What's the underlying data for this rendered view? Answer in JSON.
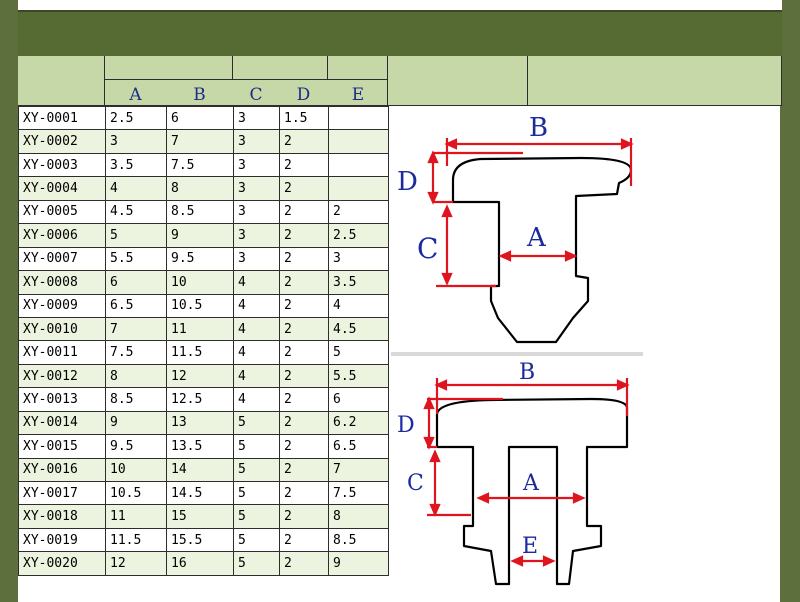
{
  "columns": [
    "A",
    "B",
    "C",
    "D",
    "E"
  ],
  "rows": [
    [
      "XY-0001",
      "2.5",
      "6",
      "3",
      "1.5",
      ""
    ],
    [
      "XY-0002",
      "3",
      "7",
      "3",
      "2",
      ""
    ],
    [
      "XY-0003",
      "3.5",
      "7.5",
      "3",
      "2",
      ""
    ],
    [
      "XY-0004",
      "4",
      "8",
      "3",
      "2",
      ""
    ],
    [
      "XY-0005",
      "4.5",
      "8.5",
      "3",
      "2",
      "2"
    ],
    [
      "XY-0006",
      "5",
      "9",
      "3",
      "2",
      "2.5"
    ],
    [
      "XY-0007",
      "5.5",
      "9.5",
      "3",
      "2",
      "3"
    ],
    [
      "XY-0008",
      "6",
      "10",
      "4",
      "2",
      "3.5"
    ],
    [
      "XY-0009",
      "6.5",
      "10.5",
      "4",
      "2",
      "4"
    ],
    [
      "XY-0010",
      "7",
      "11",
      "4",
      "2",
      "4.5"
    ],
    [
      "XY-0011",
      "7.5",
      "11.5",
      "4",
      "2",
      "5"
    ],
    [
      "XY-0012",
      "8",
      "12",
      "4",
      "2",
      "5.5"
    ],
    [
      "XY-0013",
      "8.5",
      "12.5",
      "4",
      "2",
      "6"
    ],
    [
      "XY-0014",
      "9",
      "13",
      "5",
      "2",
      "6.2"
    ],
    [
      "XY-0015",
      "9.5",
      "13.5",
      "5",
      "2",
      "6.5"
    ],
    [
      "XY-0016",
      "10",
      "14",
      "5",
      "2",
      "7"
    ],
    [
      "XY-0017",
      "10.5",
      "14.5",
      "5",
      "2",
      "7.5"
    ],
    [
      "XY-0018",
      "11",
      "15",
      "5",
      "2",
      "8"
    ],
    [
      "XY-0019",
      "11.5",
      "15.5",
      "5",
      "2",
      "8.5"
    ],
    [
      "XY-0020",
      "12",
      "16",
      "5",
      "2",
      "9"
    ]
  ],
  "diagram_top": {
    "labels": {
      "b": "B",
      "d": "D",
      "c": "C",
      "a": "A"
    }
  },
  "diagram_bottom": {
    "labels": {
      "b": "B",
      "d": "D",
      "c": "C",
      "a": "A",
      "e": "E"
    }
  },
  "colors": {
    "dimension": "#e0141e",
    "label": "#1b2a9c",
    "outline": "#000000",
    "header": "#c7d8a8",
    "band": "#566b34"
  }
}
